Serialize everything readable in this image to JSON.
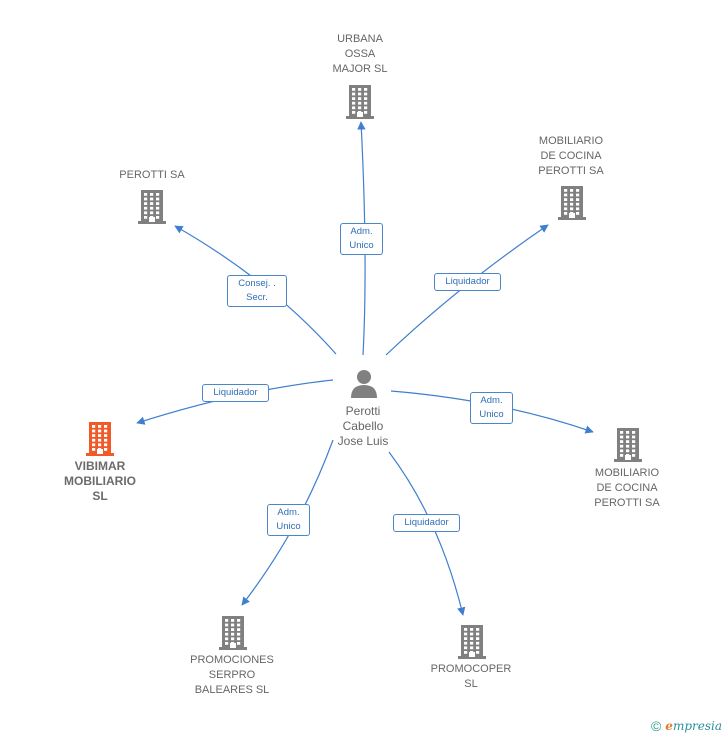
{
  "center": {
    "name": "Perotti\nCabello\nJose Luis",
    "icon": "person-icon"
  },
  "nodes": [
    {
      "id": "urbana",
      "label": "URBANA\nOSSA\nMAJOR SL",
      "highlight": false
    },
    {
      "id": "perotti-sa",
      "label": "PEROTTI SA",
      "highlight": false
    },
    {
      "id": "mob-top",
      "label": "MOBILIARIO\nDE COCINA\nPEROTTI SA",
      "highlight": false
    },
    {
      "id": "vibimar",
      "label": "VIBIMAR\nMOBILIARIO\nSL",
      "highlight": true
    },
    {
      "id": "mob-right",
      "label": "MOBILIARIO\nDE COCINA\nPEROTTI SA",
      "highlight": false
    },
    {
      "id": "promociones",
      "label": "PROMOCIONES\nSERPRO\nBALEARES SL",
      "highlight": false
    },
    {
      "id": "promocoper",
      "label": "PROMOCOPER\nSL",
      "highlight": false
    }
  ],
  "edges": [
    {
      "to": "urbana",
      "label": "Adm.\nUnico"
    },
    {
      "to": "perotti-sa",
      "label": "Consej. .\nSecr."
    },
    {
      "to": "mob-top",
      "label": "Liquidador"
    },
    {
      "to": "vibimar",
      "label": "Liquidador"
    },
    {
      "to": "mob-right",
      "label": "Adm.\nUnico"
    },
    {
      "to": "promociones",
      "label": "Adm.\nUnico"
    },
    {
      "to": "promocoper",
      "label": "Liquidador"
    }
  ],
  "colors": {
    "edge": "#3f7fcf",
    "building": "#808080",
    "highlight": "#f05a28",
    "person": "#808080"
  },
  "brand": {
    "copyright": "©",
    "e": "e",
    "rest": "mpresia"
  }
}
